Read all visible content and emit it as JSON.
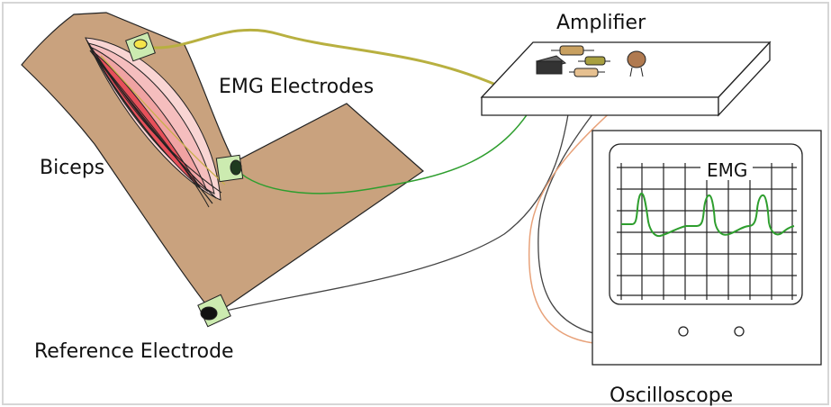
{
  "labels": {
    "amplifier": "Amplifier",
    "emg_electrodes": "EMG Electrodes",
    "biceps": "Biceps",
    "reference_electrode": "Reference Electrode",
    "oscilloscope": "Oscilloscope",
    "screen_trace": "EMG"
  },
  "colors": {
    "skin": "#C9A27E",
    "outline": "#222222",
    "electrode_pad": "#CCEBB0",
    "emg_trace": "#2E9E2E",
    "wire_olive": "#B8B040",
    "wire_green": "#2E9E2E",
    "wire_orange": "#E8A27A",
    "wire_dark": "#444444",
    "muscle_outer": "#F9D5D3",
    "muscle_mid": "#F0A3A3",
    "muscle_inner": "#E6505A"
  }
}
